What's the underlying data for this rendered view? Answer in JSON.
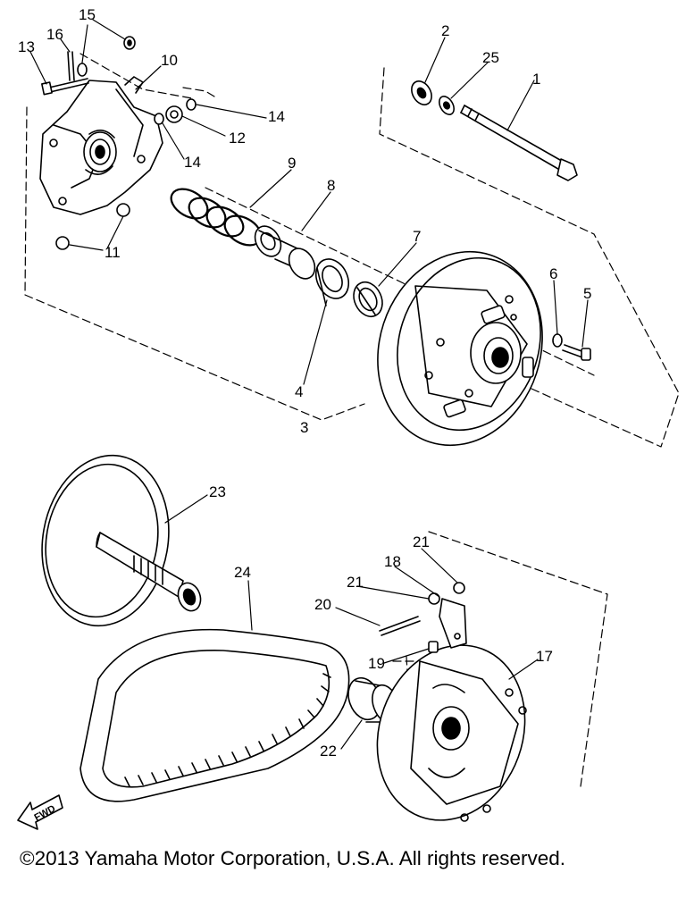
{
  "diagram": {
    "part_numbers": [
      "1",
      "2",
      "3",
      "4",
      "5",
      "6",
      "7",
      "8",
      "9",
      "10",
      "11",
      "12",
      "13",
      "14",
      "14",
      "15",
      "16",
      "17",
      "18",
      "19",
      "20",
      "21",
      "21",
      "22",
      "23",
      "24",
      "25"
    ],
    "fwd_label": "FWD"
  },
  "footer": {
    "copyright": "©2013 Yamaha Motor Corporation, U.S.A. All rights reserved."
  }
}
